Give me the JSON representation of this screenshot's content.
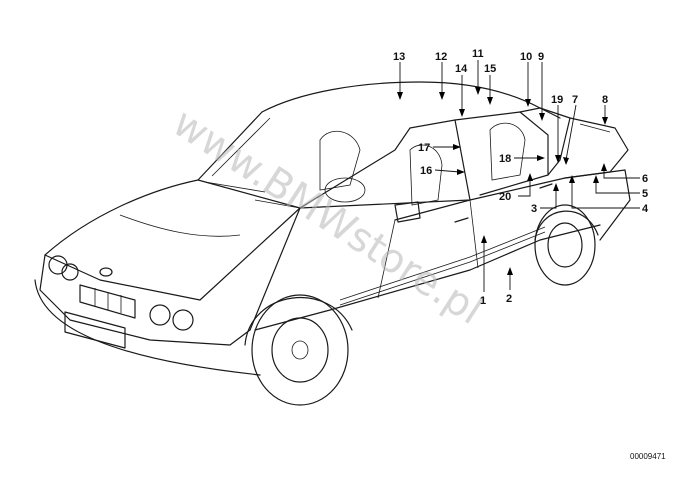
{
  "callouts": [
    {
      "id": "c1",
      "label": "1"
    },
    {
      "id": "c2",
      "label": "2"
    },
    {
      "id": "c3",
      "label": "3"
    },
    {
      "id": "c4",
      "label": "4"
    },
    {
      "id": "c5",
      "label": "5"
    },
    {
      "id": "c6",
      "label": "6"
    },
    {
      "id": "c7",
      "label": "7"
    },
    {
      "id": "c8",
      "label": "8"
    },
    {
      "id": "c9",
      "label": "9"
    },
    {
      "id": "c10",
      "label": "10"
    },
    {
      "id": "c11",
      "label": "11"
    },
    {
      "id": "c12",
      "label": "12"
    },
    {
      "id": "c13",
      "label": "13"
    },
    {
      "id": "c14",
      "label": "14"
    },
    {
      "id": "c15",
      "label": "15"
    },
    {
      "id": "c16",
      "label": "16"
    },
    {
      "id": "c17",
      "label": "17"
    },
    {
      "id": "c18",
      "label": "18"
    },
    {
      "id": "c19",
      "label": "19"
    },
    {
      "id": "c20",
      "label": "20"
    }
  ],
  "watermark": "www.BMWstore.pl",
  "document_number": "00009471"
}
